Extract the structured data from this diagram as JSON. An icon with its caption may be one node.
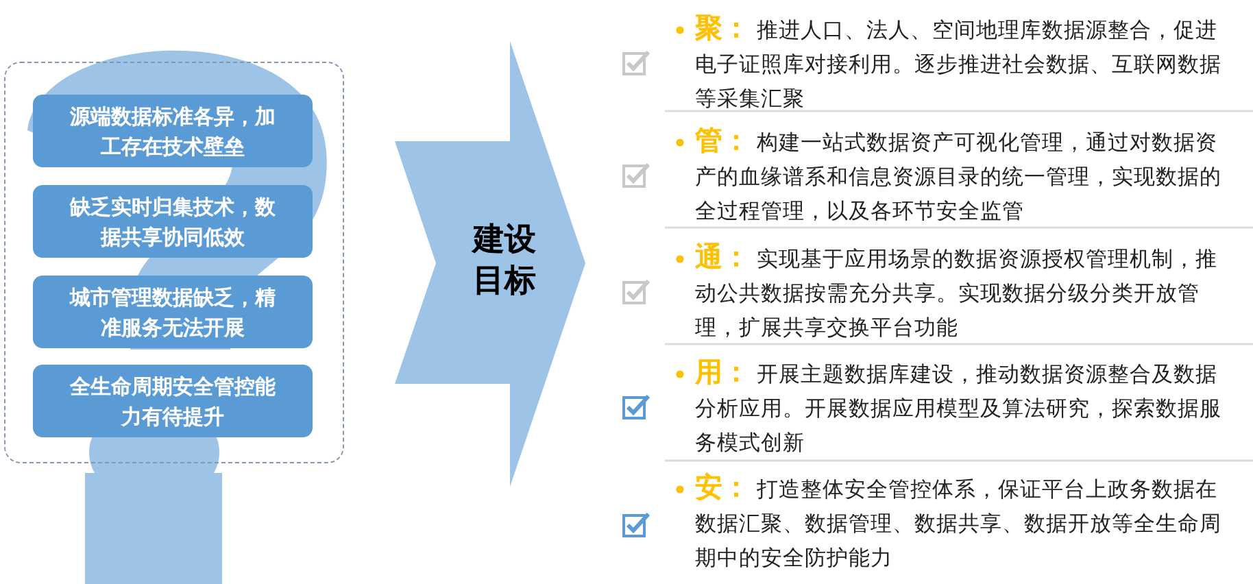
{
  "diagram": {
    "nodes": [
      {
        "text": [],
        "shape": "box"
      },
      {
        "text": [
          "源端数据标准各异，加工存在技术壁垒"
        ],
        "in": 0
      },
      {
        "text": [
          "缺乏实时归集技术，数据共享协同低效"
        ],
        "in": 0
      },
      {
        "text": [
          "城市管理数据缺乏，精准服务无法开展"
        ],
        "in": 0
      },
      {
        "text": [
          "全生命周期安全管控能力有待提升"
        ],
        "in": 0
      },
      {
        "text": [
          "建设目标"
        ]
      },
      {
        "text": [
          "聚：",
          "推进人口、法人、空间地理库数据源整合，促进电子证照库对接利用。逐步推进社会数据、互联网数据等采集汇聚"
        ]
      },
      {
        "text": [
          "管：",
          "构建一站式数据资产可视化管理，通过对数据资产的血缘谱系和信息资源目录的统一管理，实现数据的全过程管理，以及各环节安全监管"
        ]
      },
      {
        "text": [
          "通：",
          "实现基于应用场景的数据资源授权管理机制，推动公共数据按需充分共享。实现数据分级分类开放管理，扩展共享交换平台功能"
        ]
      },
      {
        "text": [
          "用：",
          "开展主题数据库建设，推动数据资源整合及数据分析应用。开展数据应用模型及算法研究，探索数据服务模式创新"
        ]
      },
      {
        "text": [
          "安：",
          "打造整体安全管控体系，保证平台上政务数据在数据汇聚、数据管理、数据共享、数据开放等全生命周期中的安全防护能力"
        ]
      }
    ]
  }
}
